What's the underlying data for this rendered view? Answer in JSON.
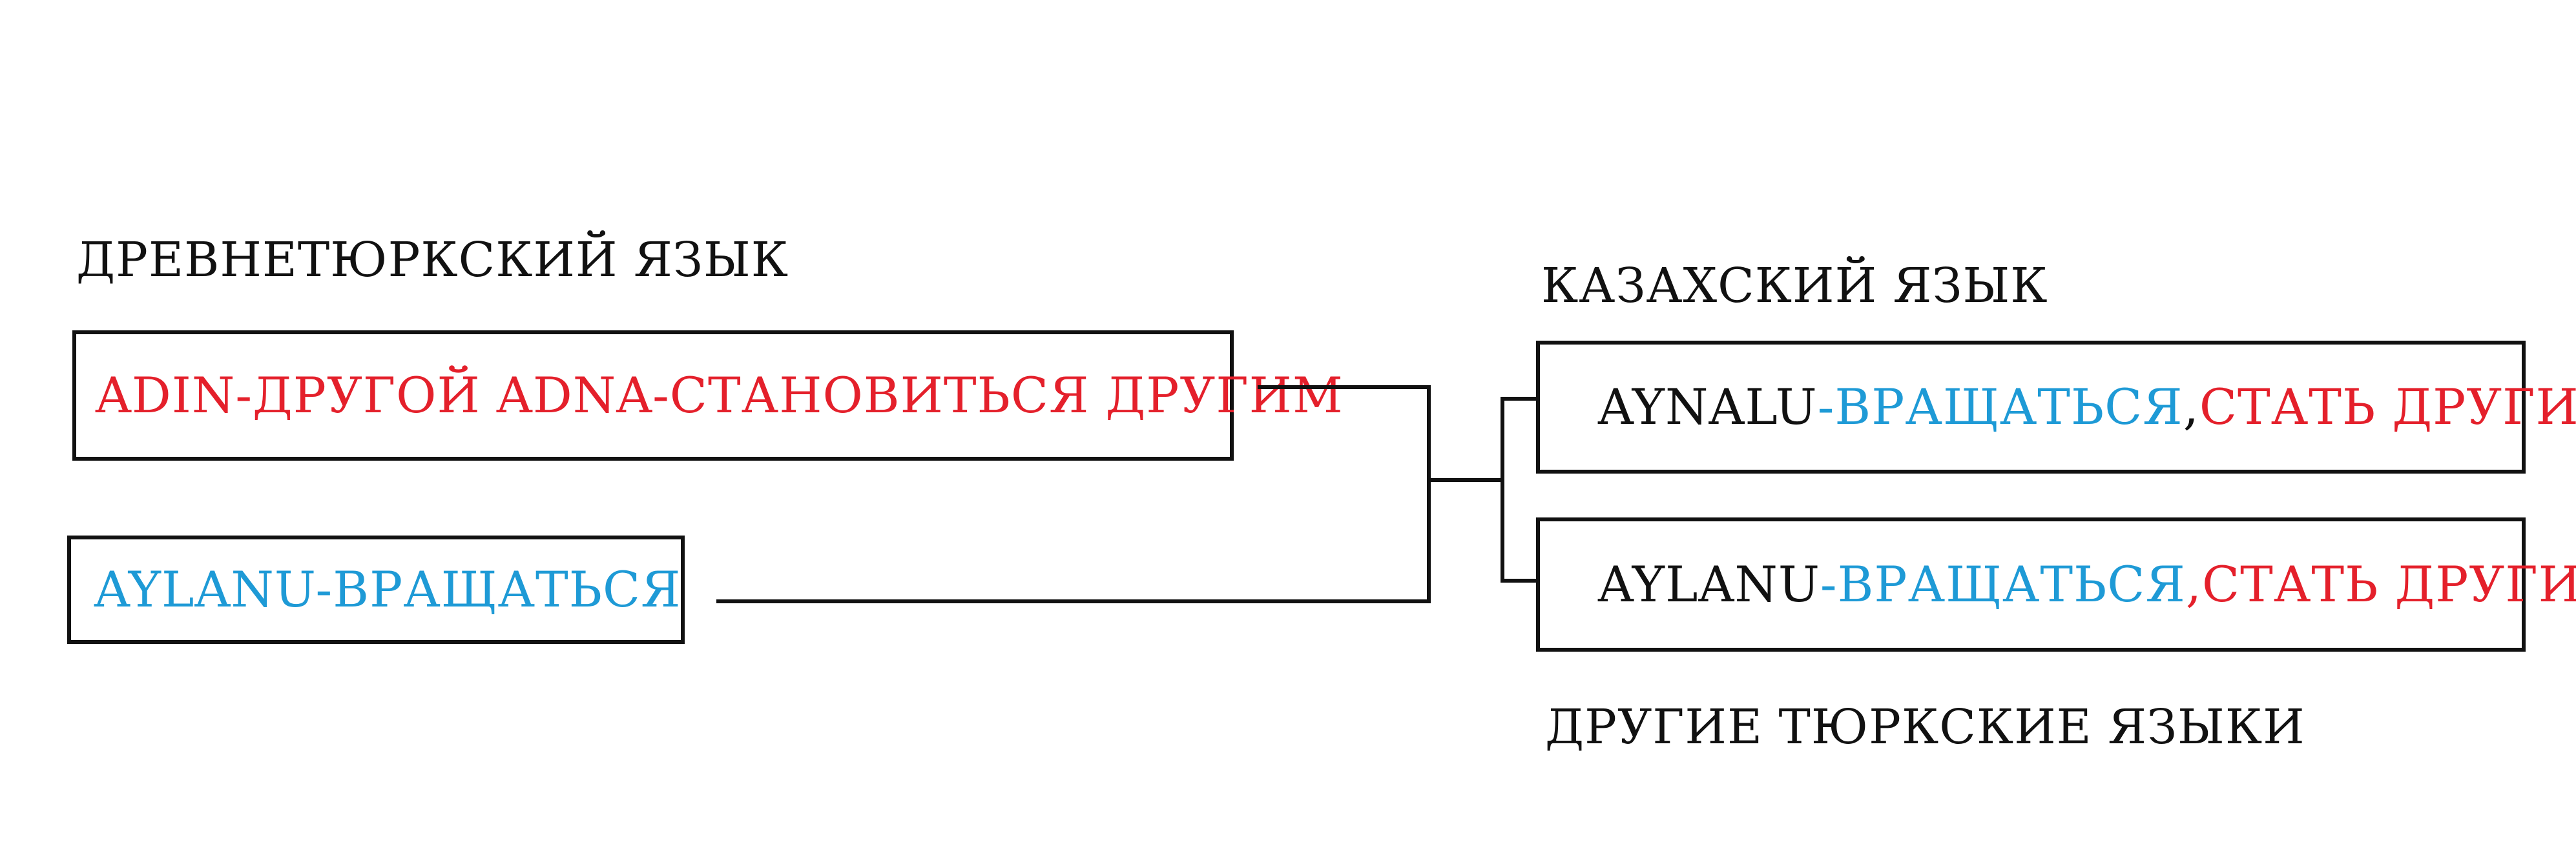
{
  "colors": {
    "red": "#e4202b",
    "blue": "#1e9ad6",
    "black": "#111111"
  },
  "left": {
    "heading": "ДРЕВНЕТЮРКСКИЙ ЯЗЫК",
    "box1": {
      "text": "ADIN-ДРУГОЙ ADNA-СТАНОВИТЬСЯ ДРУГИМ"
    },
    "box2": {
      "text": "AYLANU-ВРАЩАТЬСЯ"
    }
  },
  "right": {
    "heading_top": "КАЗАХСКИЙ ЯЗЫК",
    "heading_bottom": "ДРУГИЕ ТЮРКСКИЕ ЯЗЫКИ",
    "box1": {
      "word": "AYNALU",
      "dash": "-",
      "meaning1": "ВРАЩАТЬСЯ",
      "comma": ",",
      "meaning2": "СТАТЬ ДРУГИМ"
    },
    "box2": {
      "word": "AYLANU",
      "dash": "-",
      "meaning1": "ВРАЩАТЬСЯ",
      "comma": ",",
      "meaning2": "СТАТЬ ДРУГИМ"
    }
  }
}
